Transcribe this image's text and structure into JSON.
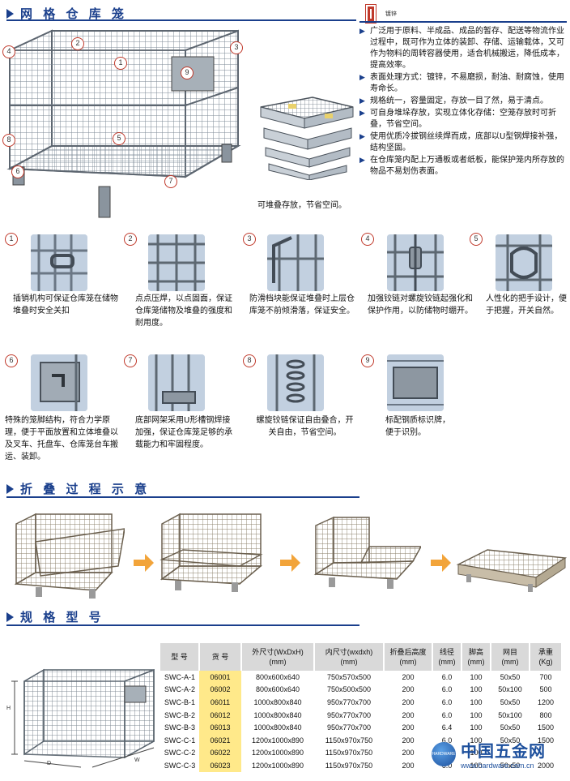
{
  "sections": {
    "cage_title": "网 格 仓 库 笼",
    "folding_title": "折 叠 过 程 示 意",
    "spec_title": "规 格 型 号"
  },
  "coating_label": "镀锌",
  "features": [
    "广泛用于原料、半成品、成品的暂存、配送等物流作业过程中，既可作为立体的装卸、存储、运输载体，又可作为物料的周转容器使用，适合机械搬运，降低成本，提高效率。",
    "表面处理方式：镀锌，不易磨损，耐油、耐腐蚀，使用寿命长。",
    "规格统一，容量固定，存放一目了然，易于清点。",
    "可自身堆垛存放，实现立体化存储：空笼存放时可折叠，节省空间。",
    "使用优质冷拔钢丝续焊而成，底部以U型钢焊接补强，结构坚固。",
    "在仓库笼内配上万通板或者纸板，能保护笼内所存放的物品不易划伤表面。"
  ],
  "stack_caption": "可堆叠存放，节省空间。",
  "hero_badges": [
    "1",
    "2",
    "3",
    "4",
    "5",
    "6",
    "7",
    "8",
    "9"
  ],
  "details": [
    {
      "num": "1",
      "text": "插销机构可保证仓库笼在储物堆叠时安全关扣"
    },
    {
      "num": "2",
      "text": "点点压焊，以点固面，保证仓库笼储物及堆叠的强度和耐用度。"
    },
    {
      "num": "3",
      "text": "防滑档块能保证堆叠时上层仓库笼不前倾滑落，保证安全。"
    },
    {
      "num": "4",
      "text": "加强铰链对螺旋铰链起强化和保护作用，以防储物时绷开。"
    },
    {
      "num": "5",
      "text": "人性化的把手设计，便于把握，开关自然。"
    },
    {
      "num": "6",
      "text": "特殊的笼脚结构，符合力学原理，便于平面放置和立体堆叠以及叉车、托盘车、仓库笼台车搬运、装卸。"
    },
    {
      "num": "7",
      "text": "底部网架采用U形槽钢焊接加强，保证仓库笼足够的承载能力和牢固程度。"
    },
    {
      "num": "8",
      "text": "螺旋铰链保证自由叠合，开关自由，节省空间。"
    },
    {
      "num": "9",
      "text": "标配钢质标识牌，便于识别。"
    }
  ],
  "dim_labels": {
    "h": "H",
    "d": "D",
    "w": "W"
  },
  "spec_table": {
    "headers": [
      "型 号",
      "货 号",
      "外尺寸(WxDxH)\n(mm)",
      "内尺寸(wxdxh)\n(mm)",
      "折叠后高度\n(mm)",
      "线径\n(mm)",
      "脚高\n(mm)",
      "网目\n(mm)",
      "承重\n(Kg)"
    ],
    "rows": [
      [
        "SWC-A-1",
        "06001",
        "800x600x640",
        "750x570x500",
        "200",
        "6.0",
        "100",
        "50x50",
        "700"
      ],
      [
        "SWC-A-2",
        "06002",
        "800x600x640",
        "750x500x500",
        "200",
        "6.0",
        "100",
        "50x100",
        "500"
      ],
      [
        "SWC-B-1",
        "06011",
        "1000x800x840",
        "950x770x700",
        "200",
        "6.0",
        "100",
        "50x50",
        "1200"
      ],
      [
        "SWC-B-2",
        "06012",
        "1000x800x840",
        "950x770x700",
        "200",
        "6.0",
        "100",
        "50x100",
        "800"
      ],
      [
        "SWC-B-3",
        "06013",
        "1000x800x840",
        "950x770x700",
        "200",
        "6.4",
        "100",
        "50x50",
        "1500"
      ],
      [
        "SWC-C-1",
        "06021",
        "1200x1000x890",
        "1150x970x750",
        "200",
        "6.0",
        "100",
        "50x50",
        "1500"
      ],
      [
        "SWC-C-2",
        "06022",
        "1200x1000x890",
        "1150x970x750",
        "200",
        "6.0",
        "100",
        "",
        ""
      ],
      [
        "SWC-C-3",
        "06023",
        "1200x1000x890",
        "1150x970x750",
        "200",
        "6.0",
        "100",
        "50x50",
        "2000"
      ]
    ]
  },
  "logo": {
    "badge": "HARDWARE",
    "name": "中国五金网",
    "url": "www.hardware.com.cn"
  },
  "colors": {
    "accent": "#1a3f8c",
    "badge_ring": "#c0392b",
    "arrow": "#f2a43a",
    "code_cell": "#ffe98a"
  }
}
